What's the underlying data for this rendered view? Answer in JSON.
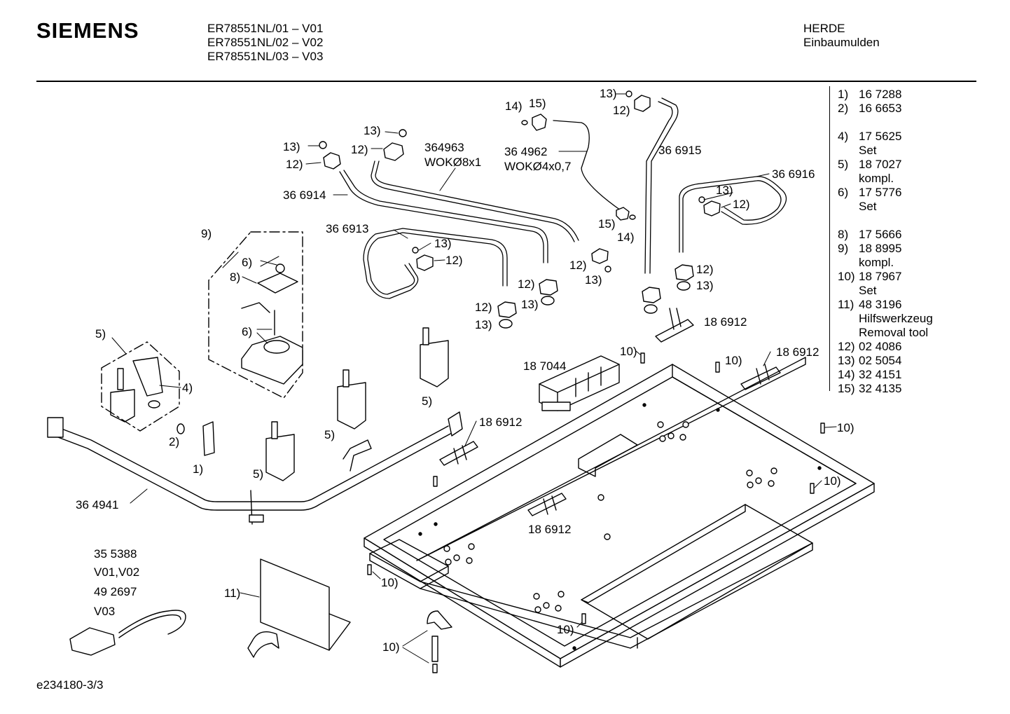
{
  "header": {
    "brand": "SIEMENS",
    "models": [
      "ER78551NL/01 – V01",
      "ER78551NL/02 – V02",
      "ER78551NL/03 – V03"
    ],
    "category": [
      "HERDE",
      "Einbaumulden"
    ]
  },
  "parts_list": [
    {
      "num": "1)",
      "lines": [
        "16 7288"
      ]
    },
    {
      "num": "2)",
      "lines": [
        "16 6653"
      ]
    },
    {
      "num": "",
      "lines": [
        ""
      ]
    },
    {
      "num": "4)",
      "lines": [
        "17 5625",
        "Set"
      ]
    },
    {
      "num": "5)",
      "lines": [
        "18 7027",
        "kompl."
      ]
    },
    {
      "num": "6)",
      "lines": [
        "17 5776",
        "Set"
      ]
    },
    {
      "num": "",
      "lines": [
        ""
      ]
    },
    {
      "num": "8)",
      "lines": [
        "17 5666"
      ]
    },
    {
      "num": "9)",
      "lines": [
        "18 8995",
        "kompl."
      ]
    },
    {
      "num": "10)",
      "lines": [
        "18 7967",
        "Set"
      ]
    },
    {
      "num": "11)",
      "lines": [
        "48 3196",
        "Hilfswerkzeug",
        "Removal tool"
      ]
    },
    {
      "num": "12)",
      "lines": [
        "02 4086"
      ]
    },
    {
      "num": "13)",
      "lines": [
        "02 5054"
      ]
    },
    {
      "num": "14)",
      "lines": [
        "32 4151"
      ]
    },
    {
      "num": "15)",
      "lines": [
        "32 4135"
      ]
    }
  ],
  "callouts": {
    "c1": "13)",
    "c2": "12)",
    "c3": "14)",
    "c4": "15)",
    "c5": "13)",
    "c6": "12)",
    "c7": "13)",
    "c8": "12)",
    "c9": "364963",
    "c10": "WOKØ8x1",
    "c11": "36 4962",
    "c12": "WOKØ4x0,7",
    "c13": "36 6915",
    "c14": "36 6916",
    "c15": "36 6914",
    "c16": "13)",
    "c17": "12)",
    "c18": "9)",
    "c19": "36 6913",
    "c20": "13)",
    "c21": "12)",
    "c22": "15)",
    "c23": "14)",
    "c24": "6)",
    "c25": "8)",
    "c26": "12)",
    "c27": "13)",
    "c28": "12)",
    "c29": "13)",
    "c30": "12)",
    "c31": "13)",
    "c32": "12)",
    "c33": "13)",
    "c34": "6)",
    "c35": "18 6912",
    "c36": "5)",
    "c37": "10)",
    "c38": "10)",
    "c39": "18 6912",
    "c40": "18 7044",
    "c41": "4)",
    "c42": "5)",
    "c43": "2)",
    "c44": "18 6912",
    "c45": "5)",
    "c46": "10)",
    "c47": "1)",
    "c48": "5)",
    "c49": "10)",
    "c50": "36 4941",
    "c51": "18 6912",
    "c52": "35 5388",
    "c53": "V01,V02",
    "c54": "49 2697",
    "c55": "11)",
    "c56": "V03",
    "c57": "10)",
    "c58": "10)",
    "c59": "10)"
  },
  "footer": "e234180-3/3"
}
